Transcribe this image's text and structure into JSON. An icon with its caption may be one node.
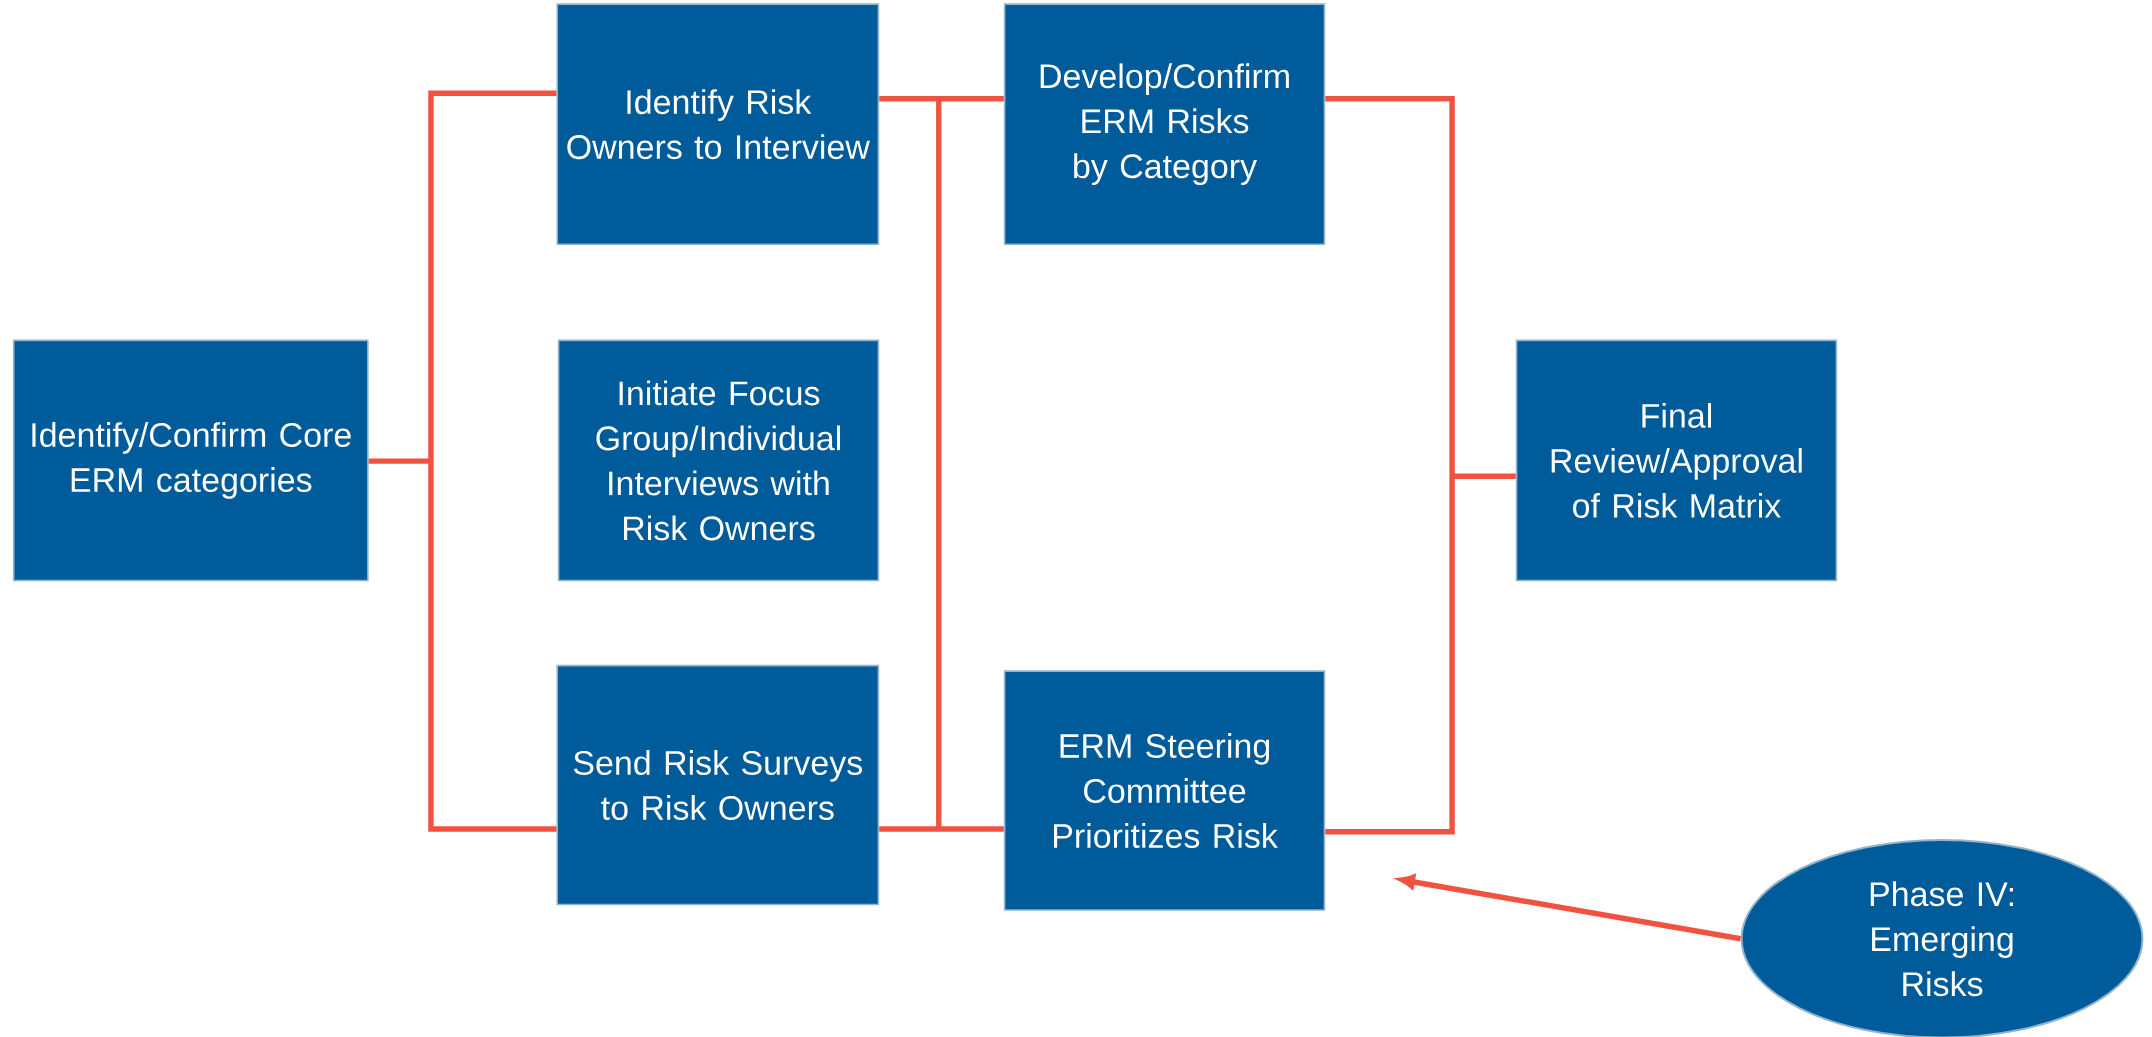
{
  "diagram": {
    "nodes": [
      {
        "text": [
          "Identify/Confirm Core ERM categories"
        ]
      },
      {
        "text": [
          "Identify Risk Owners to Interview"
        ]
      },
      {
        "text": [
          "Initiate Focus Group/Individual Interviews with Risk Owners"
        ]
      },
      {
        "text": [
          "Send Risk Surveys to Risk Owners"
        ]
      },
      {
        "text": [
          "Develop/Confirm ERM Risks by Category"
        ]
      },
      {
        "text": [
          "ERM Steering Committee Prioritizes Risk"
        ]
      },
      {
        "text": [
          "Final Review/Approval of Risk Matrix"
        ]
      },
      {
        "text": [
          "Phase IV: Emerging Risks"
        ]
      }
    ],
    "edges": [
      {
        "from": 0,
        "to": 1,
        "arrow": "none"
      },
      {
        "from": 0,
        "to": 3,
        "arrow": "none"
      },
      {
        "from": 1,
        "to": 4,
        "arrow": "none"
      },
      {
        "from": 1,
        "to": 5,
        "arrow": "none"
      },
      {
        "from": 3,
        "to": 4,
        "arrow": "none"
      },
      {
        "from": 3,
        "to": 5,
        "arrow": "none"
      },
      {
        "from": 4,
        "to": 6,
        "arrow": "none"
      },
      {
        "from": 5,
        "to": 6,
        "arrow": "none"
      },
      {
        "from": 7,
        "to": 5,
        "arrow": "to"
      }
    ]
  }
}
